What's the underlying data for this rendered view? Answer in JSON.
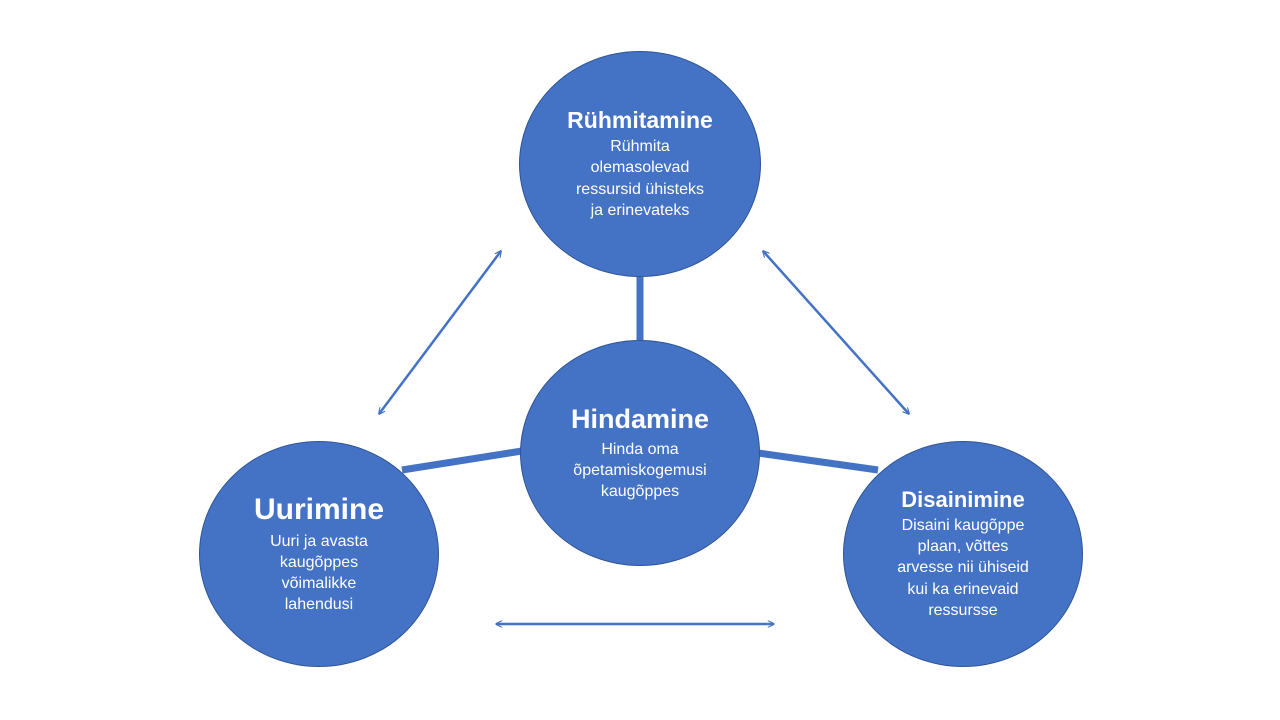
{
  "diagram": {
    "colors": {
      "node_fill": "#4472c4",
      "node_border": "#2f5597",
      "connector": "#4472c4",
      "text": "#ffffff"
    },
    "nodes": {
      "top": {
        "title": "Rühmitamine",
        "desc": "Rühmita\nolemasolevad\nressursid ühisteks\nja erinevateks"
      },
      "center": {
        "title": "Hindamine",
        "desc": "Hinda oma\nõpetamiskogemusi\nkaugõppes"
      },
      "left": {
        "title": "Uurimine",
        "desc": "Uuri ja avasta\nkaugõppes\nvõimalikke\nlahendusi"
      },
      "right": {
        "title": "Disainimine",
        "desc": "Disaini kaugõppe\nplaan, võttes\narvesse nii ühiseid\nkui ka erinevaid\nressursse"
      }
    }
  }
}
